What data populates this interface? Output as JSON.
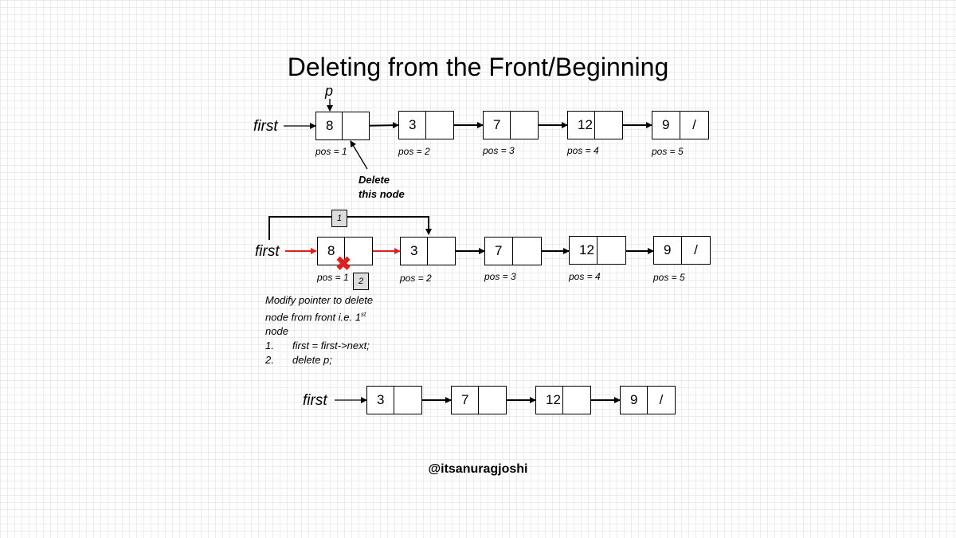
{
  "title": "Deleting from the Front/Beginning",
  "first_label": "first",
  "p_label": "p",
  "row1": {
    "nodes": [
      {
        "value": "8",
        "next": ""
      },
      {
        "value": "3",
        "next": ""
      },
      {
        "value": "7",
        "next": ""
      },
      {
        "value": "12",
        "next": ""
      },
      {
        "value": "9",
        "next": "/"
      }
    ],
    "positions": [
      "pos = 1",
      "pos = 2",
      "pos = 3",
      "pos = 4",
      "pos = 5"
    ],
    "annotation_line1": "Delete",
    "annotation_line2": "this node"
  },
  "row2": {
    "nodes": [
      {
        "value": "8",
        "next": ""
      },
      {
        "value": "3",
        "next": ""
      },
      {
        "value": "7",
        "next": ""
      },
      {
        "value": "12",
        "next": ""
      },
      {
        "value": "9",
        "next": "/"
      }
    ],
    "positions": [
      "pos = 1",
      "pos = 2",
      "pos = 3",
      "pos = 4",
      "pos = 5"
    ],
    "step1": "1",
    "step2": "2"
  },
  "note": {
    "line1": "Modify pointer to delete",
    "line2": "node from front i.e. 1",
    "line2_sup": "st",
    "line3": "node",
    "steps": [
      {
        "num": "1.",
        "code": "first = first->next;"
      },
      {
        "num": "2.",
        "code": "delete p;"
      }
    ]
  },
  "row3": {
    "nodes": [
      {
        "value": "3",
        "next": ""
      },
      {
        "value": "7",
        "next": ""
      },
      {
        "value": "12",
        "next": ""
      },
      {
        "value": "9",
        "next": "/"
      }
    ]
  },
  "credit": "@itsanuragjoshi",
  "colors": {
    "highlight_arrow": "#e02020",
    "delete_mark": "#e02020",
    "step_box_fill": "#dddddd"
  }
}
